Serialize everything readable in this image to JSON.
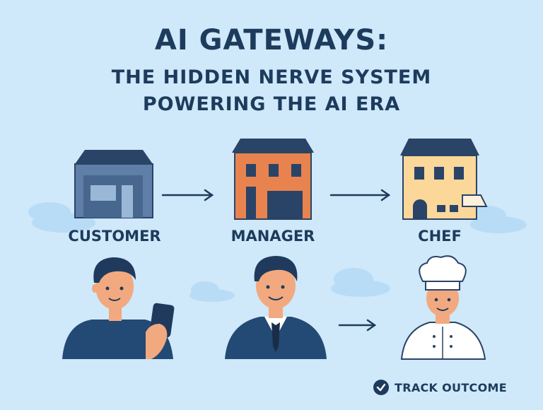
{
  "title": {
    "main": "AI GATEWAYS:",
    "line1": "THE HIDDEN NERVE SYSTEM",
    "line2": "POWERING THE AI ERA"
  },
  "nodes": [
    {
      "label": "CUSTOMER",
      "building": "warehouse",
      "figure": "person-with-phone"
    },
    {
      "label": "MANAGER",
      "building": "orange-office",
      "figure": "man-in-suit"
    },
    {
      "label": "CHEF",
      "building": "restaurant",
      "figure": "chef"
    }
  ],
  "track": {
    "label": "TRACK OUTCOME",
    "icon": "check-circle-icon"
  },
  "colors": {
    "background": "#cfe8fa",
    "text": "#1d3b5c",
    "roof": "#2a4467",
    "warehouse": "#5f7ea8",
    "office": "#e8834f",
    "restaurant": "#fbd79a",
    "skin": "#f2a97f"
  }
}
